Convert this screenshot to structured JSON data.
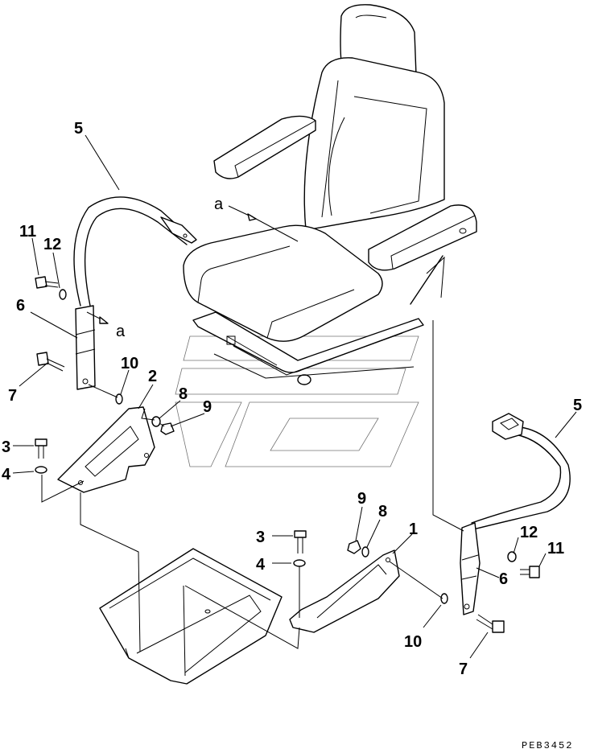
{
  "callouts": {
    "c5_left": "5",
    "c11_left": "11",
    "c12_left": "12",
    "c6_left": "6",
    "c7_left": "7",
    "c10_left": "10",
    "c2": "2",
    "c8_left": "8",
    "c9_left": "9",
    "c3_left": "3",
    "c4_left": "4",
    "c9_right": "9",
    "c8_right": "8",
    "c1": "1",
    "c3_right": "3",
    "c4_right": "4",
    "c10_right": "10",
    "c5_right": "5",
    "c12_right": "12",
    "c11_right": "11",
    "c6_right": "6",
    "c7_right": "7"
  },
  "view_refs": {
    "a_seat": "a",
    "a_belt": "a"
  },
  "drawing_code": "PEB3452"
}
